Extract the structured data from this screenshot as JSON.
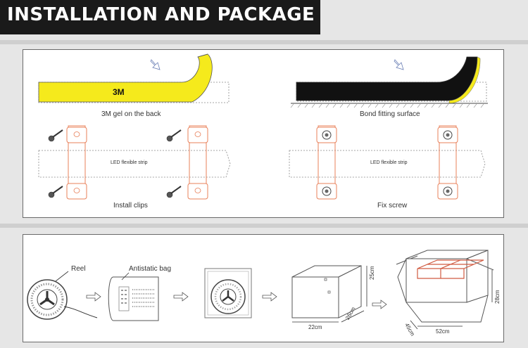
{
  "header": {
    "title": "INSTALLATION AND PACKAGE"
  },
  "installation": {
    "tape_label": "3M",
    "gel_caption": "3M gel on the back",
    "bond_caption": "Bond fitting surface",
    "strip_label_left": "LED flexible strip",
    "strip_label_right": "LED flexible strip",
    "clips_caption": "Install clips",
    "screw_caption": "Fix screw"
  },
  "package": {
    "reel_label": "Reel",
    "bag_label": "Antistatic bag",
    "box_small": {
      "height": "25cm",
      "depth": "26cm",
      "width": "22cm"
    },
    "box_large": {
      "height": "28cm",
      "depth": "45cm",
      "width": "52cm"
    }
  },
  "colors": {
    "tape_yellow": "#f5ea1c",
    "strip_black": "#111111",
    "clip_orange": "#e8805a",
    "carton_red": "#d05a40"
  }
}
